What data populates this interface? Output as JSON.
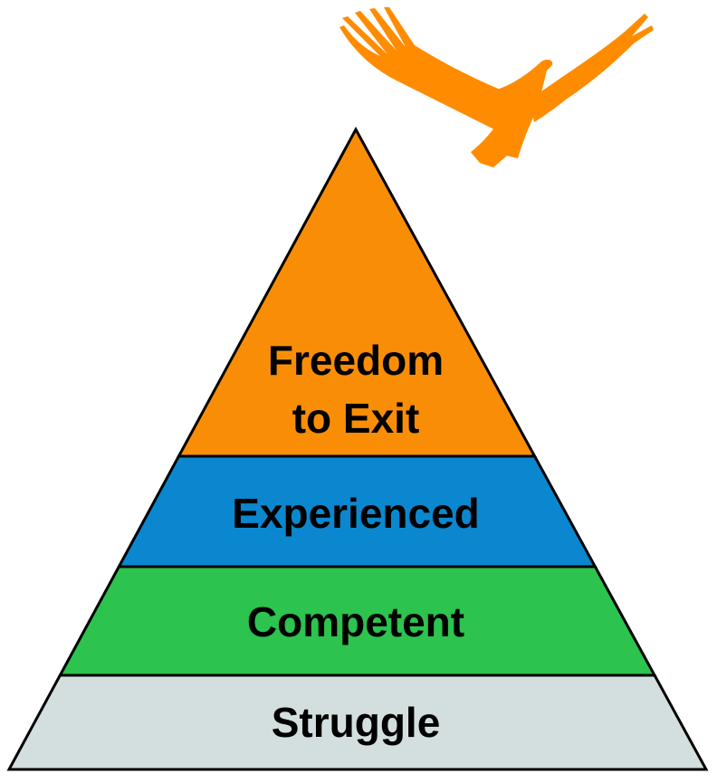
{
  "pyramid": {
    "tiers": [
      {
        "lines": [
          "Freedom",
          "to Exit"
        ],
        "color": "#f98e06"
      },
      {
        "lines": [
          "Experienced"
        ],
        "color": "#0b87cf"
      },
      {
        "lines": [
          "Competent"
        ],
        "color": "#2cc34e"
      },
      {
        "lines": [
          "Struggle"
        ],
        "color": "#d3dfdf"
      }
    ]
  },
  "decoration": {
    "bird_icon": "eagle-icon",
    "bird_color": "#ff8c00"
  }
}
